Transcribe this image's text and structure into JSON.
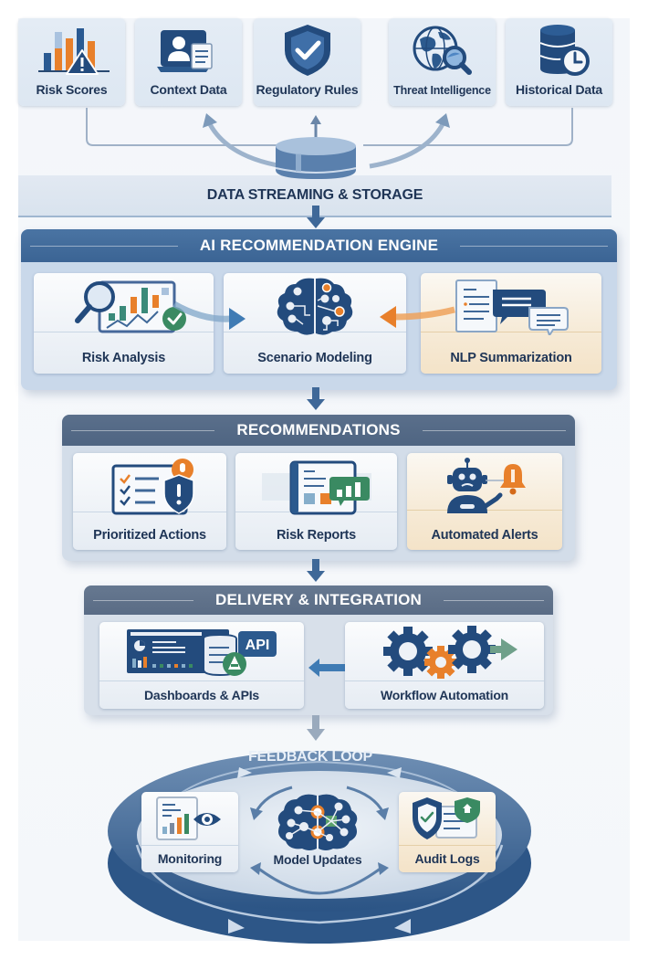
{
  "sources": [
    {
      "label": "Risk Scores",
      "icon": "bar-chart-warning-icon"
    },
    {
      "label": "Context Data",
      "icon": "user-profile-document-icon"
    },
    {
      "label": "Regulatory Rules",
      "icon": "shield-check-icon"
    },
    {
      "label": "Threat Intelligence",
      "icon": "globe-magnifier-icon"
    },
    {
      "label": "Historical Data",
      "icon": "database-clock-icon"
    }
  ],
  "storage": {
    "label": "DATA STREAMING & STORAGE",
    "icon": "database-cylinder-icon"
  },
  "engine": {
    "title": "AI RECOMMENDATION ENGINE",
    "items": [
      {
        "label": "Risk Analysis",
        "icon": "magnifier-chart-check-icon"
      },
      {
        "label": "Scenario Modeling",
        "icon": "brain-circuit-icon"
      },
      {
        "label": "NLP Summarization",
        "icon": "document-chat-bubbles-icon"
      }
    ]
  },
  "recommendations": {
    "title": "RECOMMENDATIONS",
    "items": [
      {
        "label": "Prioritized Actions",
        "icon": "checklist-shield-alert-icon"
      },
      {
        "label": "Risk Reports",
        "icon": "report-chart-bubble-icon"
      },
      {
        "label": "Automated Alerts",
        "icon": "robot-bell-icon"
      }
    ]
  },
  "delivery": {
    "title": "DELIVERY & INTEGRATION",
    "items": [
      {
        "label": "Dashboards & APIs",
        "icon": "dashboard-api-icon",
        "badge": "API"
      },
      {
        "label": "Workflow Automation",
        "icon": "gears-arrow-icon"
      }
    ]
  },
  "feedback": {
    "title": "FEEDBACK LOOP",
    "items": [
      {
        "label": "Monitoring",
        "icon": "chart-eye-icon"
      },
      {
        "label": "Model Updates",
        "icon": "brain-network-icon"
      },
      {
        "label": "Audit Logs",
        "icon": "shield-document-icon"
      }
    ]
  },
  "colors": {
    "navy": "#234b7d",
    "panel_blue": "#3f6898",
    "panel_slate": "#5d7089",
    "orange": "#e8802b",
    "green": "#3a8a62",
    "label": "#1f3556"
  }
}
